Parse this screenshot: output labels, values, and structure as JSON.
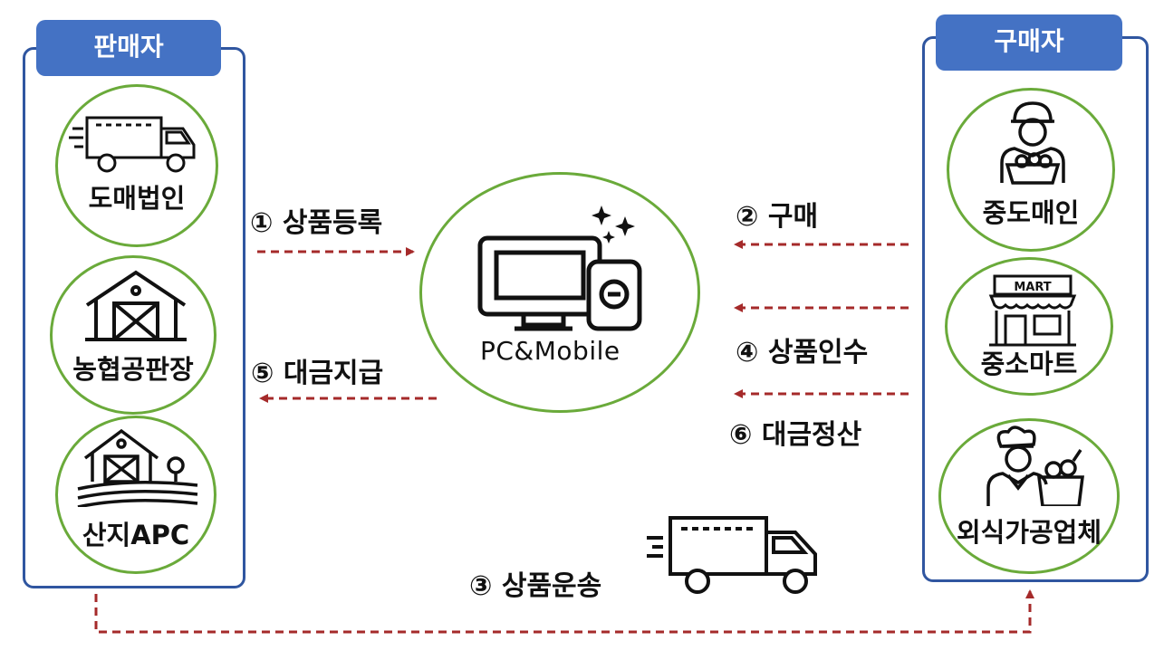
{
  "seller": {
    "title": "판매자",
    "items": [
      {
        "label": "도매법인",
        "icon": "truck-icon"
      },
      {
        "label": "농협공판장",
        "icon": "barn-icon"
      },
      {
        "label": "산지APC",
        "icon": "farm-icon"
      }
    ]
  },
  "buyer": {
    "title": "구매자",
    "items": [
      {
        "label": "중도매인",
        "icon": "vendor-icon"
      },
      {
        "label": "중소마트",
        "icon": "store-icon",
        "sign": "MART"
      },
      {
        "label": "외식가공업체",
        "icon": "chef-icon"
      }
    ]
  },
  "center": {
    "label": "PC&Mobile",
    "icon": "devices-icon"
  },
  "steps": [
    {
      "text": "① 상품등록"
    },
    {
      "text": "② 구매"
    },
    {
      "text": "③ 상품운송"
    },
    {
      "text": "④ 상품인수"
    },
    {
      "text": "⑤ 대금지급"
    },
    {
      "text": "⑥ 대금정산"
    }
  ],
  "colors": {
    "panel_border": "#3056a0",
    "tab_fill": "#4472c4",
    "circle_border": "#6aaa3a",
    "arrow": "#a52a2a"
  }
}
